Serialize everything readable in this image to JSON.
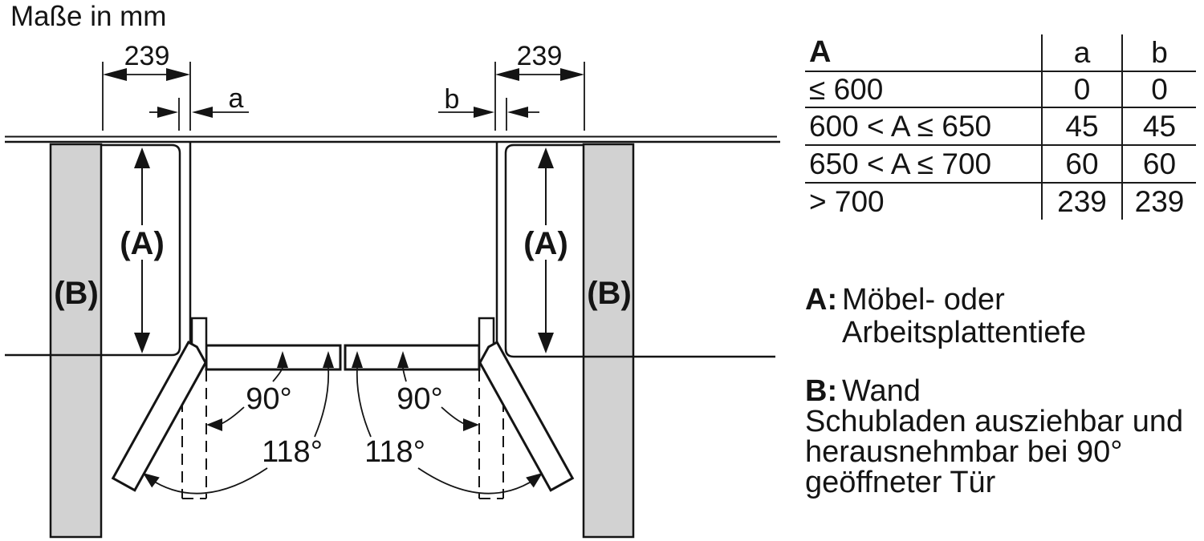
{
  "title": "Maße in mm",
  "diagram": {
    "dim_left_239": "239",
    "dim_right_239": "239",
    "gap_a_label": "a",
    "gap_b_label": "b",
    "depth_label_left": "(A)",
    "depth_label_right": "(A)",
    "wall_label_left": "(B)",
    "wall_label_right": "(B)",
    "angle_90_left": "90°",
    "angle_118_left": "118°",
    "angle_90_right": "90°",
    "angle_118_right": "118°"
  },
  "table": {
    "col_headers": [
      "A",
      "a",
      "b"
    ],
    "rows": [
      {
        "range": "≤ 600",
        "a": "0",
        "b": "0"
      },
      {
        "range": "600 < A ≤ 650",
        "a": "45",
        "b": "45"
      },
      {
        "range": "650 < A ≤ 700",
        "a": "60",
        "b": "60"
      },
      {
        "range": "> 700",
        "a": "239",
        "b": "239"
      }
    ]
  },
  "legend": {
    "a_key": "A:",
    "a_line1": "Möbel- oder",
    "a_line2": "Arbeitsplattentiefe",
    "b_key": "B:",
    "b_line1": "Wand",
    "b_line2": "Schubladen ausziehbar und",
    "b_line3": "herausnehmbar bei 90°",
    "b_line4": "geöffneter Tür"
  },
  "colors": {
    "wall_fill": "#d2d2d2",
    "line": "#141414",
    "background": "#ffffff"
  }
}
